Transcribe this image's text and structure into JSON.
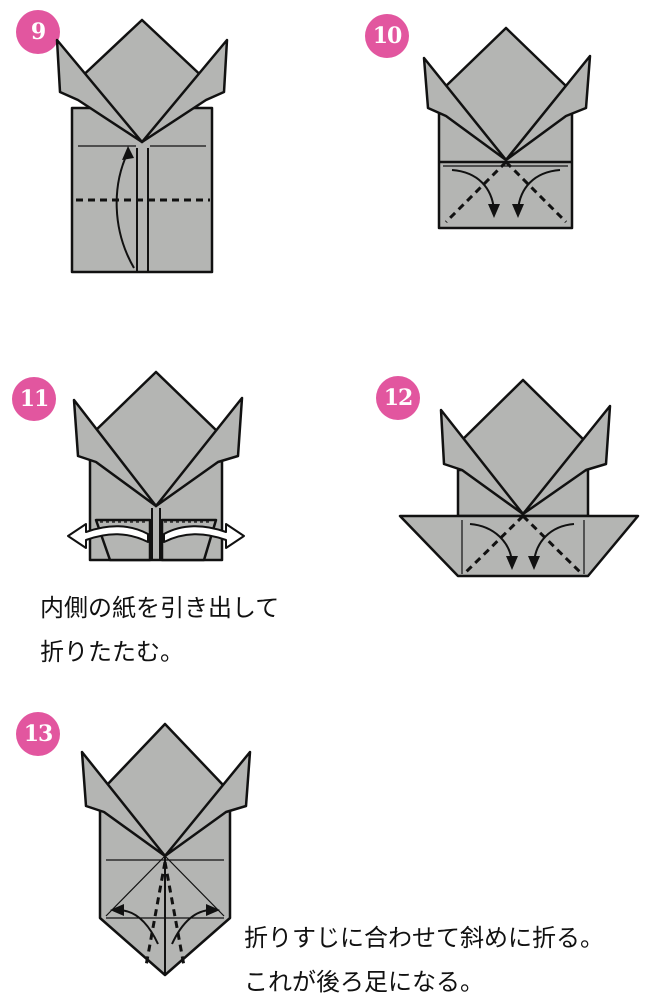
{
  "steps": [
    {
      "number": "9"
    },
    {
      "number": "10"
    },
    {
      "number": "11",
      "caption_lines": [
        "内側の紙を引き出して",
        "折りたたむ。"
      ]
    },
    {
      "number": "12"
    },
    {
      "number": "13",
      "caption_lines": [
        "折りすじに合わせて斜めに折る。",
        "これが後ろ足になる。"
      ]
    }
  ],
  "colors": {
    "paper": "#b4b5b3",
    "outline": "#111111",
    "badge": "#e2569f",
    "arrow_light": "#ffffff"
  }
}
